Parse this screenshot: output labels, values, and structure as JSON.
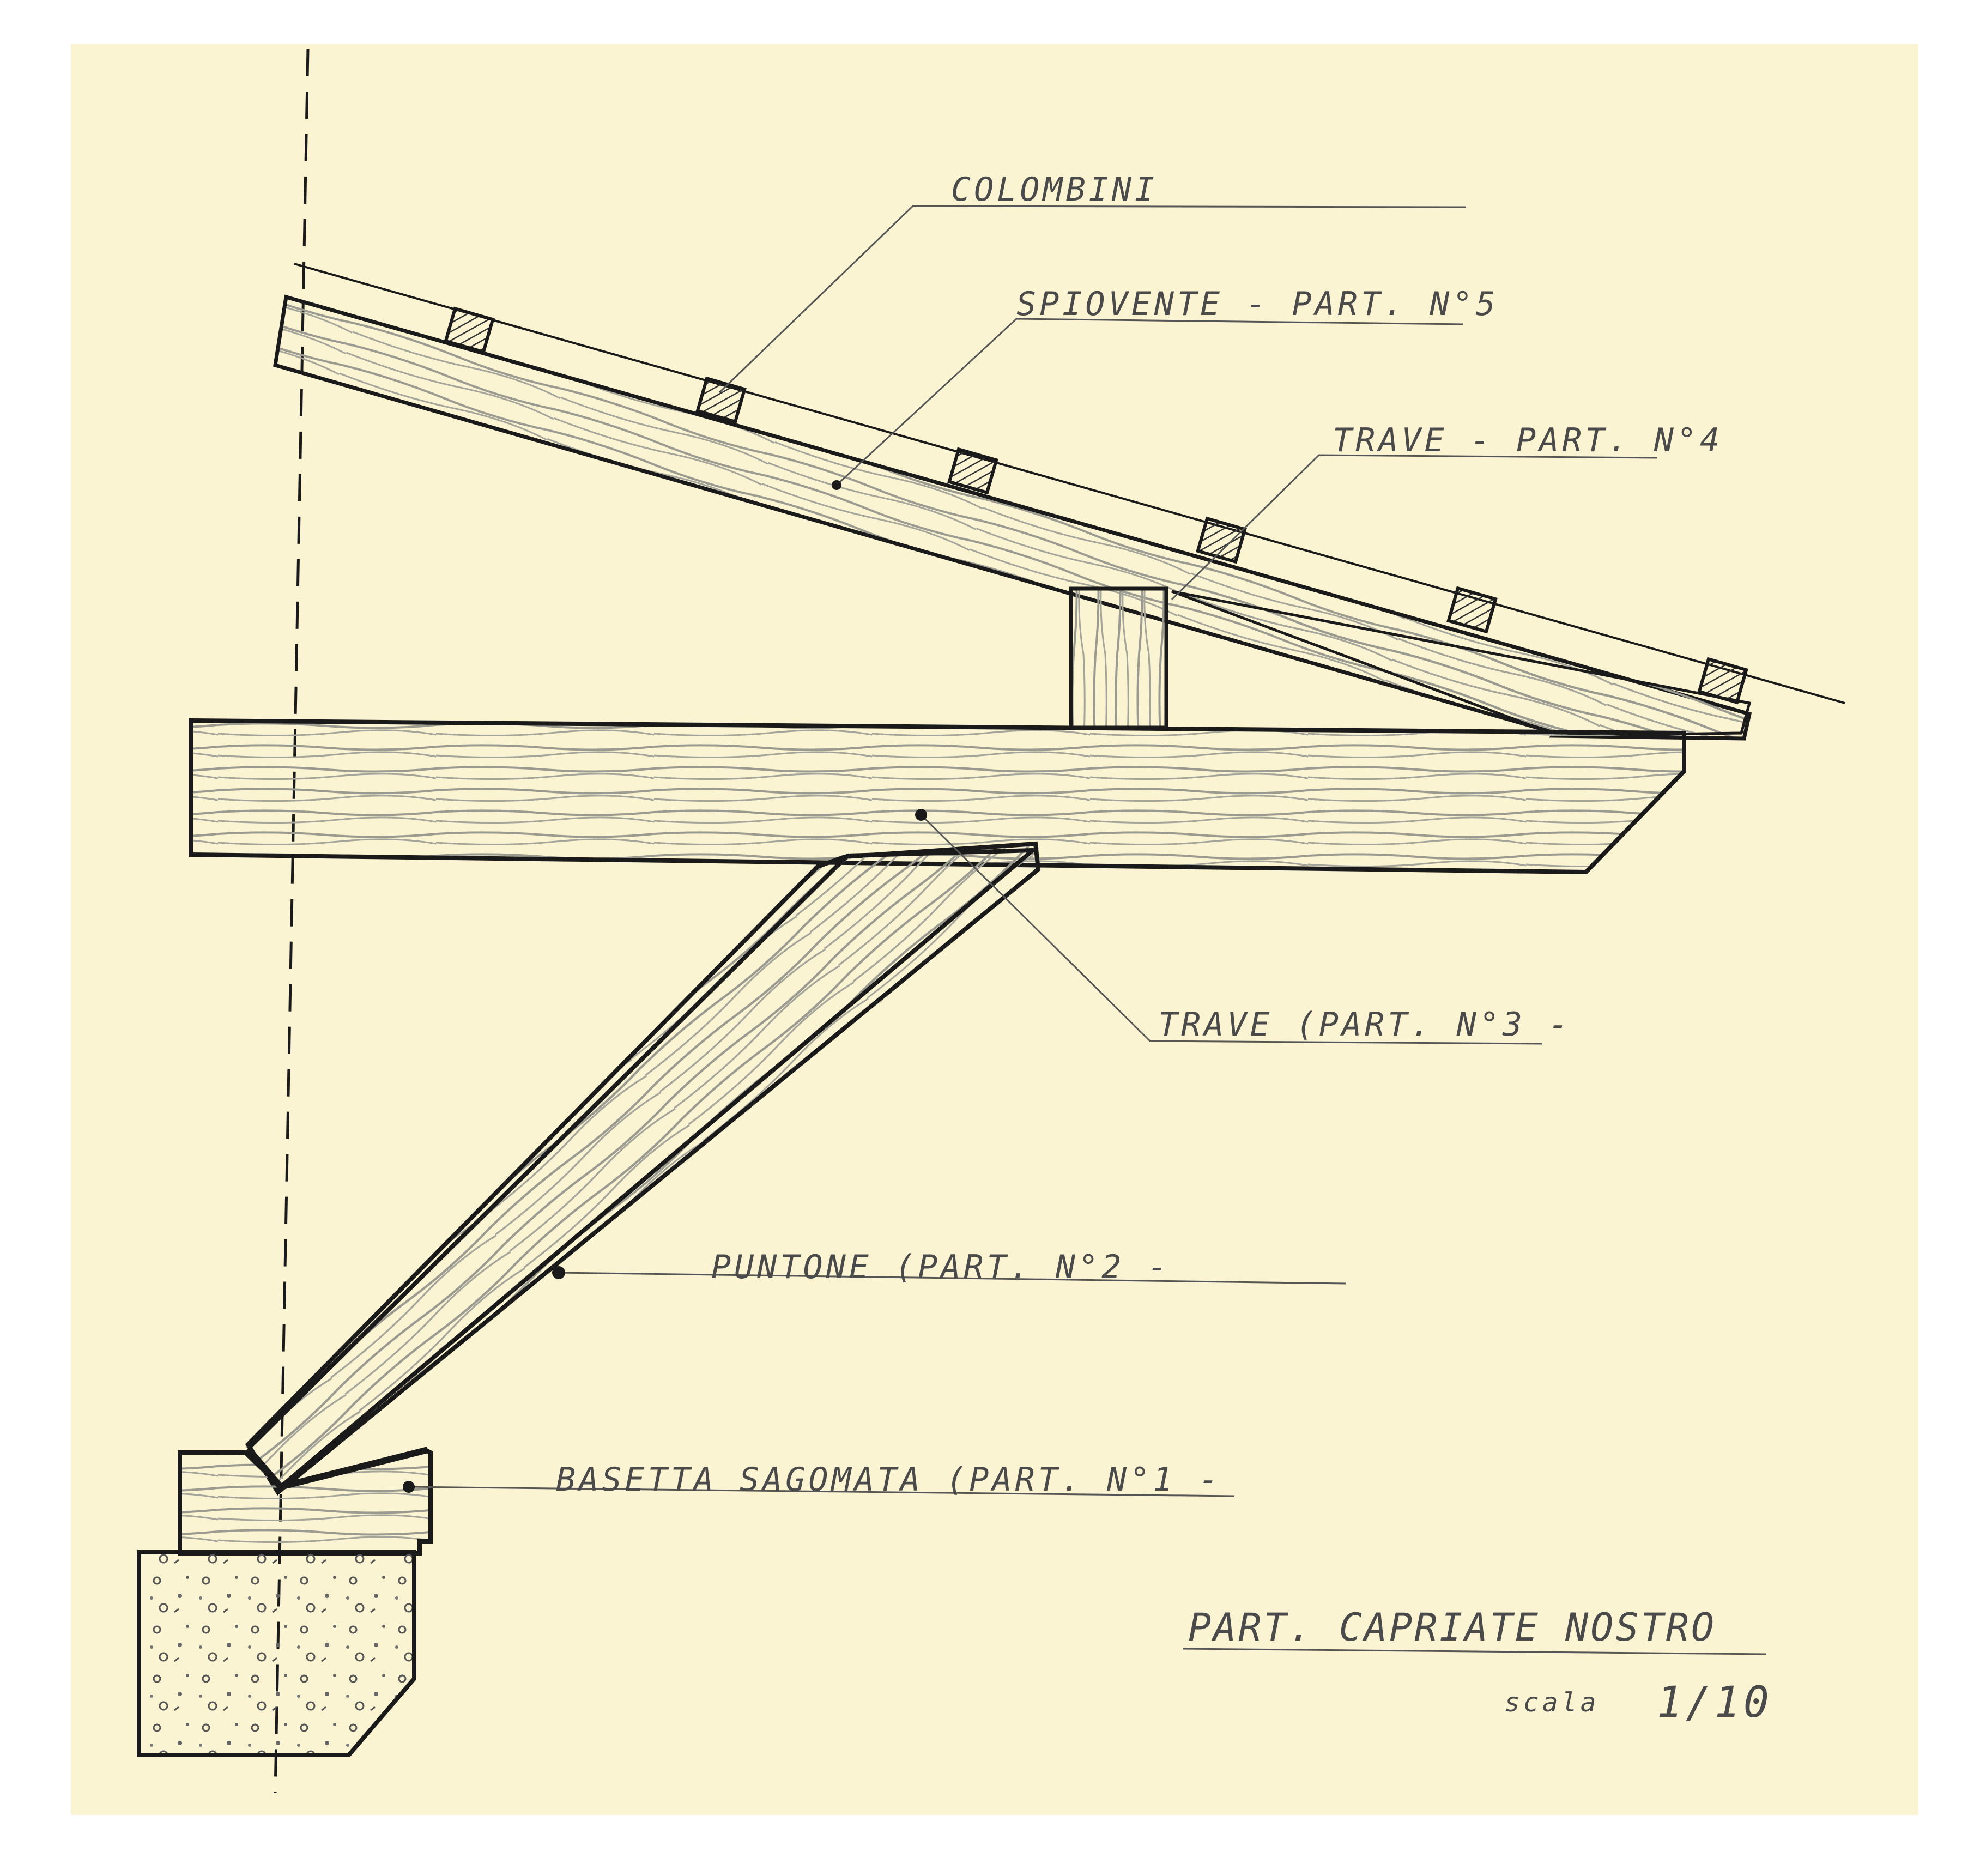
{
  "colors": {
    "paper": "#fbf4d2",
    "ink": "#1a1a1a",
    "pencil": "#5a5a5a",
    "wood_grain": "#8a8a80"
  },
  "labels": {
    "colombini": "COLOMBINI",
    "spiovente": "SPIOVENTE - PART. N°5",
    "trave_4": "TRAVE - PART. N°4",
    "trave_3": "TRAVE (PART. N°3 -",
    "puntone": "PUNTONE (PART. N°2 -",
    "basetta": "BASETTA SAGOMATA (PART. N°1 -"
  },
  "title_block": {
    "title": "PART. CAPRIATE NOSTRO",
    "scale_word": "scala",
    "scale_value": "1/10"
  }
}
